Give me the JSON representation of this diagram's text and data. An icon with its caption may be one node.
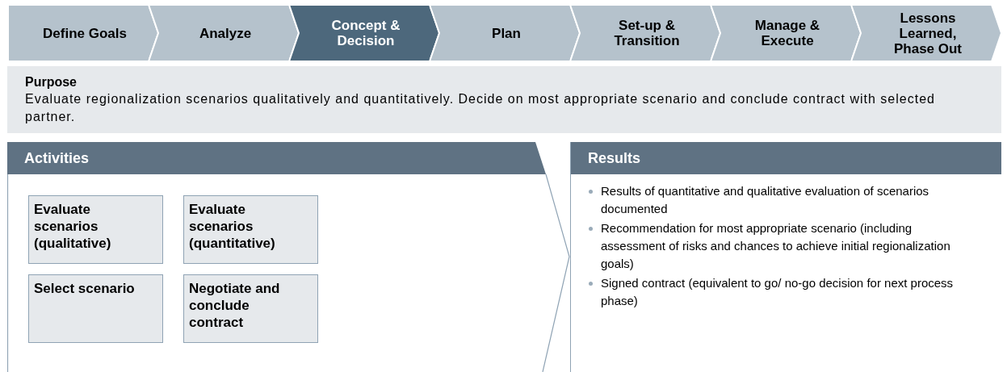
{
  "diagram": {
    "nodes": [
      {
        "text": [
          "Define Goals"
        ]
      },
      {
        "text": [
          "Analyze"
        ]
      },
      {
        "text": [
          "Concept & Decision"
        ]
      },
      {
        "text": [
          "Plan"
        ]
      },
      {
        "text": [
          "Set-up & Transition"
        ]
      },
      {
        "text": [
          "Manage & Execute"
        ]
      },
      {
        "text": [
          "Lessons Learned, Phase Out"
        ]
      },
      {
        "text": [
          "Purpose",
          "Evaluate regionalization scenarios qualitatively and quantitatively. Decide on most appropriate scenario and conclude contract with selected partner."
        ]
      },
      {
        "text": [
          "Activities"
        ]
      },
      {
        "text": [
          "Evaluate scenarios (qualitative)"
        ],
        "in": 8
      },
      {
        "text": [
          "Evaluate scenarios (quantitative)"
        ],
        "in": 8
      },
      {
        "text": [
          "Select scenario"
        ],
        "in": 8
      },
      {
        "text": [
          "Negotiate and conclude contract"
        ],
        "in": 8
      },
      {
        "text": [
          "Results",
          "Results of quantitative and qualitative evaluation of scenarios documented",
          "Recommendation for most appropriate scenario (including assessment of risks and chances to achieve initial regionalization goals)",
          "Signed contract (equivalent to go/ no-go decision for next process phase)"
        ]
      }
    ]
  }
}
